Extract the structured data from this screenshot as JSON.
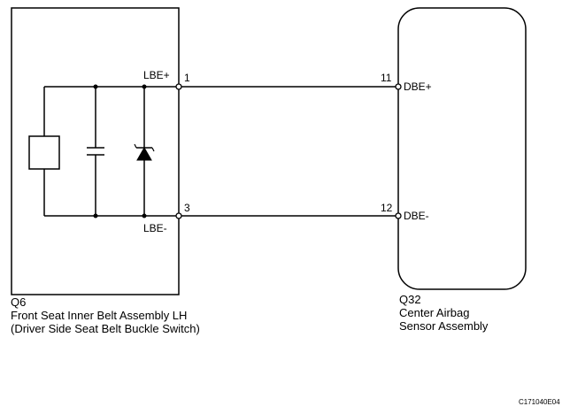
{
  "left_component": {
    "code": "Q6",
    "name": "Front Seat Inner Belt Assembly LH",
    "subname": "(Driver Side Seat Belt Buckle Switch)",
    "terminal_top": {
      "name": "LBE+",
      "pin": "1"
    },
    "terminal_bottom": {
      "name": "LBE-",
      "pin": "3"
    }
  },
  "right_component": {
    "code": "Q32",
    "name_line1": "Center Airbag",
    "name_line2": "Sensor Assembly",
    "terminal_top": {
      "name": "DBE+",
      "pin": "11"
    },
    "terminal_bottom": {
      "name": "DBE-",
      "pin": "12"
    }
  },
  "figure_id": "C171040E04",
  "colors": {
    "line": "#000000",
    "background": "#ffffff"
  }
}
